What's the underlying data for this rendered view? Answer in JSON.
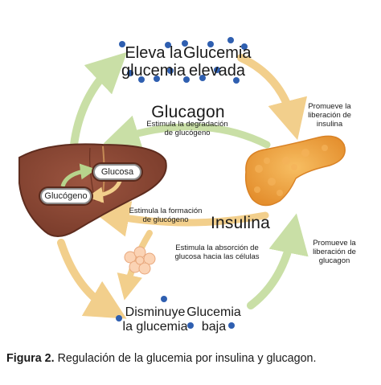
{
  "top": {
    "raise": "Eleva la\nglucemia",
    "high": "Glucemia\nelevada"
  },
  "bottom": {
    "lower": "Disminuye\nla glucemia",
    "low": "Glucemia\nbaja"
  },
  "hormones": {
    "glucagon": "Glucagon",
    "insulina": "Insulina"
  },
  "actions": {
    "degradation": "Estimula la degradación\nde glucógeno",
    "formation": "Estimula la formación\nde glucógeno",
    "absorption": "Estimula la absorción de\nglucosa hacia las células",
    "release_insulin": "Promueve la\nliberación de\ninsulina",
    "release_glucagon": "Promueve la\nliberación de\nglucagon"
  },
  "liver": {
    "glucose": "Glucosa",
    "glycogen": "Glucógeno"
  },
  "caption": {
    "label": "Figura 2.",
    "text": " Regulación de la glucemia por insulina y glucagon."
  },
  "colors": {
    "green_arrow": "#c9dfa6",
    "orange_arrow": "#f2cf8c",
    "dot_blue": "#2f5fb0",
    "liver": "#8b4a35",
    "pancreas": "#f0a545"
  }
}
